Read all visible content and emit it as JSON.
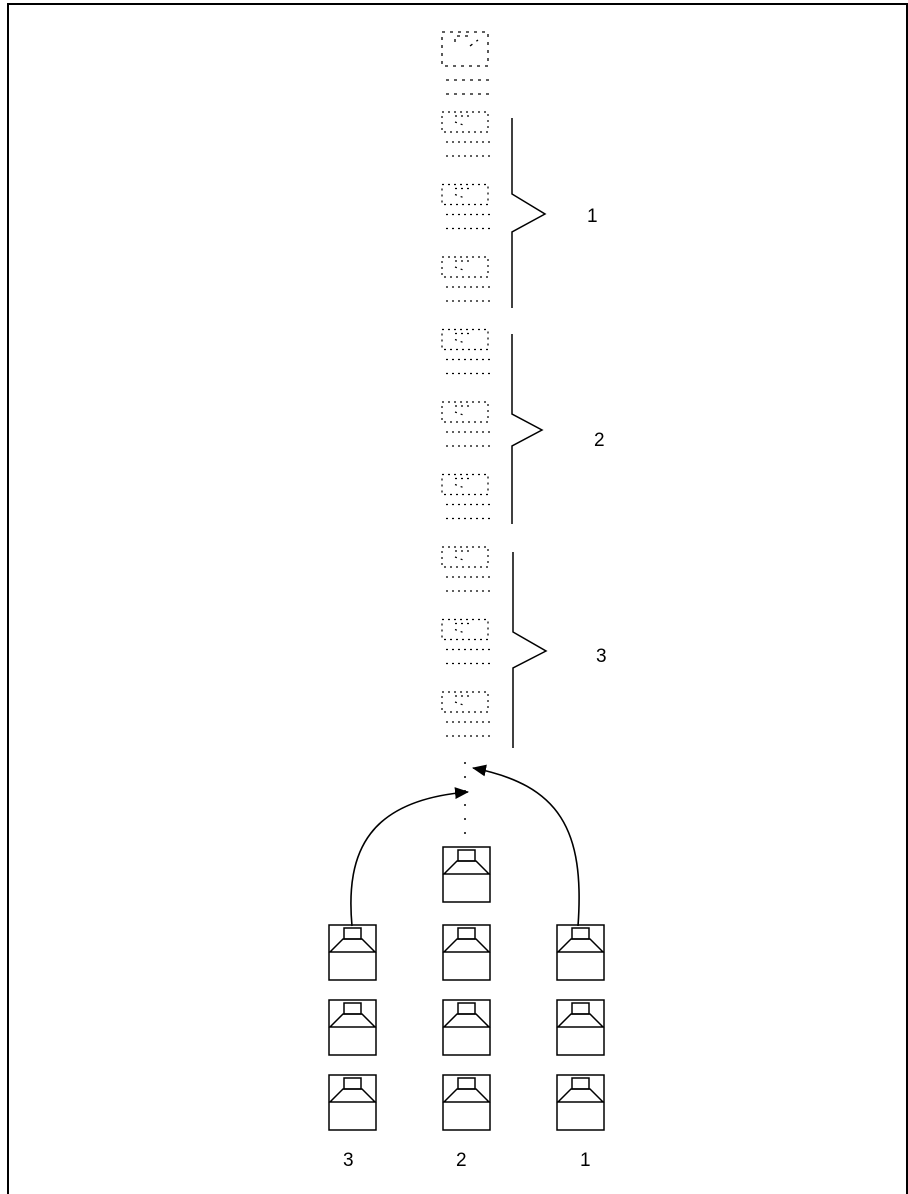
{
  "diagram": {
    "group_labels": [
      "1",
      "2",
      "3"
    ],
    "column_labels": [
      "3",
      "2",
      "1"
    ],
    "stack_slot_count": 9,
    "bed_rows": 3,
    "bed_columns": 3
  }
}
